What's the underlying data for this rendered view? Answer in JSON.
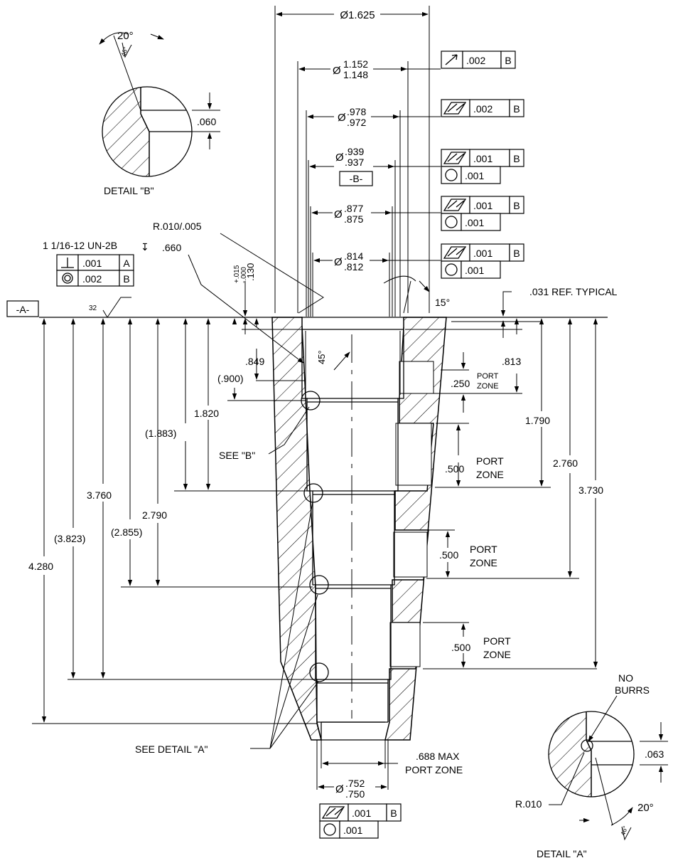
{
  "drawing": {
    "dia_outer": "Ø1.625",
    "dia_1152_prefix": "Ø",
    "dia_1152_top": "1.152",
    "dia_1152_bot": "1.148",
    "dia_978_prefix": "Ø",
    "dia_978_top": ".978",
    "dia_978_bot": ".972",
    "dia_939_prefix": "Ø",
    "dia_939_top": ".939",
    "dia_939_bot": ".937",
    "dia_877_prefix": "Ø",
    "dia_877_top": ".877",
    "dia_877_bot": ".875",
    "dia_814_prefix": "Ø",
    "dia_814_top": ".814",
    "dia_814_bot": ".812",
    "dia_752_prefix": "Ø",
    "dia_752_top": ".752",
    "dia_752_bot": ".750",
    "datum_a": "-A-",
    "datum_b": "-B-",
    "thread_callout": "1 1/16-12 UN-2B",
    "thread_depth_symbol": "↧",
    "fcf_thread_perp": ".001",
    "fcf_thread_perp_datum": "A",
    "fcf_thread_conc": ".002",
    "fcf_thread_conc_datum": "B",
    "fcf_1152": ".002",
    "fcf_1152_datum": "B",
    "fcf_978": ".002",
    "fcf_978_datum": "B",
    "fcf_939_runout": ".001",
    "fcf_939_runout_datum": "B",
    "fcf_939_circ": ".001",
    "fcf_877_runout": ".001",
    "fcf_877_runout_datum": "B",
    "fcf_877_circ": ".001",
    "fcf_814_runout": ".001",
    "fcf_814_runout_datum": "B",
    "fcf_814_circ": ".001",
    "fcf_752_runout": ".001",
    "fcf_752_runout_datum": "B",
    "fcf_752_circ": ".001",
    "radius_top": "R.010/.005",
    "dim_660": ".660",
    "dim_130": ".130",
    "tol_plus": "+.015",
    "tol_minus": "-.000",
    "surface_finish": "32",
    "angle_15": "15°",
    "angle_45": "45°",
    "ref_031": ".031 REF. TYPICAL",
    "dim_849": ".849",
    "dim_900": "(.900)",
    "dim_1820": "1.820",
    "dim_1883": "(1.883)",
    "see_b": "SEE \"B\"",
    "dim_3760": "3.760",
    "dim_3823": "(3.823)",
    "dim_2855": "(2.855)",
    "dim_2790": "2.790",
    "dim_4280": "4.280",
    "dim_813": ".813",
    "dim_250": ".250",
    "port_small": "PORT",
    "zone_small": "ZONE",
    "dim_1790": "1.790",
    "dim_500_a": ".500",
    "dim_500_b": ".500",
    "dim_500_c": ".500",
    "port": "PORT",
    "zone": "ZONE",
    "dim_2760": "2.760",
    "dim_3730": "3.730",
    "see_detail_a": "SEE DETAIL \"A\"",
    "max_688": ".688 MAX",
    "port_zone": "PORT ZONE",
    "detail_b_label": "DETAIL \"B\"",
    "detail_b_angle": "20°",
    "detail_b_angle_small": "46°",
    "detail_b_dim": ".060",
    "detail_a_label": "DETAIL \"A\"",
    "detail_a_angle": "20°",
    "detail_a_angle_small": "46°",
    "detail_a_dim": ".063",
    "detail_a_radius": "R.010",
    "no": "NO",
    "burrs": "BURRS"
  }
}
